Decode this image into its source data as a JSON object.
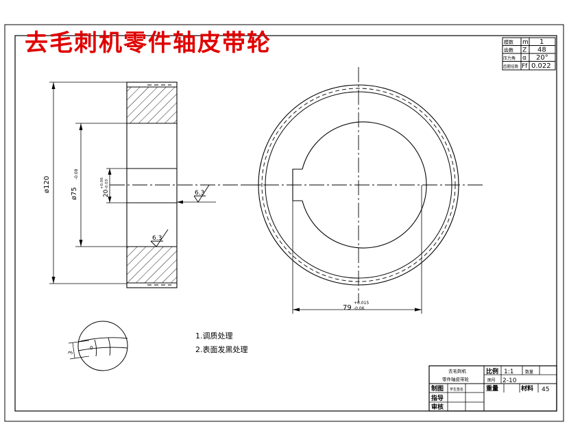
{
  "header": {
    "title": "去毛刺机零件轴皮带轮"
  },
  "param_table": {
    "rows": [
      {
        "label": "模数",
        "symbol": "m",
        "value": "1"
      },
      {
        "label": "齿数",
        "symbol": "Z",
        "value": "48"
      },
      {
        "label": "压力角",
        "symbol": "α",
        "value": "20°"
      },
      {
        "label": "齿圈径跳",
        "symbol": "Ff",
        "value": "0.022"
      }
    ]
  },
  "dimensions": {
    "outer_dia": "ø120",
    "inner_dia": "ø75",
    "inner_tol": "-0.08",
    "keyway_width": "20",
    "keyway_tol_up": "+0.06",
    "keyway_tol_low": "-0.03",
    "bore": "79",
    "bore_tol_up": "+0.015",
    "bore_tol_low": "-0.06",
    "detail_dim": "3",
    "detail_dim2": "0"
  },
  "roughness": {
    "value_a": "6.3",
    "value_b": "6.3"
  },
  "notes": [
    "1.调质处理",
    "2.表面发黑处理"
  ],
  "title_block": {
    "part_line1": "去毛刺机",
    "part_line2": "零件轴皮带轮",
    "scale_label": "比例",
    "scale_value": "1:1",
    "remark": "数量",
    "drawing_no_label": "图号",
    "drawing_no": "2-10",
    "drawn_label": "制图",
    "drawn_by": "学生签名",
    "weight_label": "重量",
    "material_label": "材料",
    "material_value": "45",
    "guide_label": "指导",
    "review_label": "审核"
  }
}
